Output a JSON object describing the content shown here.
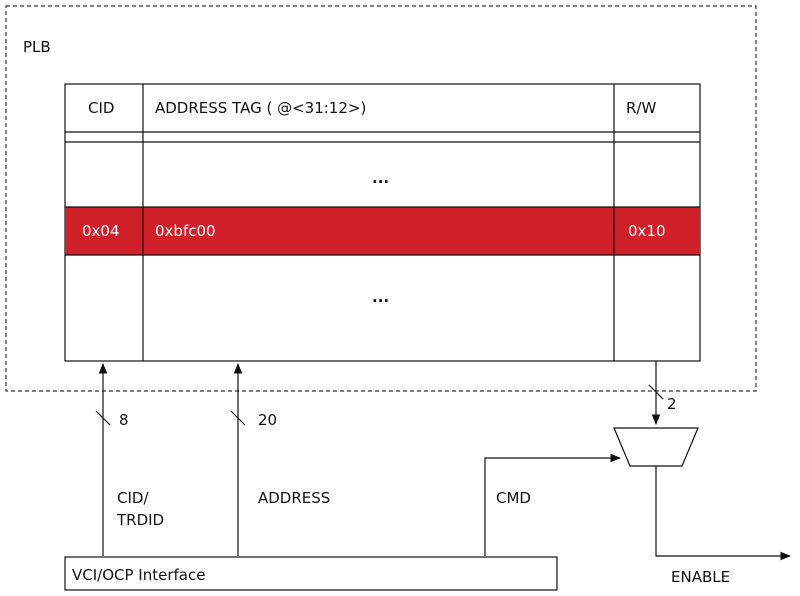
{
  "container": {
    "label": "PLB"
  },
  "table": {
    "headers": {
      "cid": "CID",
      "address": "ADDRESS TAG ( @<31:12>)",
      "rw": "R/W"
    },
    "ellipsis_top": "...",
    "highlight_row": {
      "cid": "0x04",
      "address": "0xbfc00",
      "rw": "0x10"
    },
    "ellipsis_bottom": "...",
    "highlight_color": "#d0202a"
  },
  "buses": {
    "cid_width": "8",
    "address_width": "20",
    "rw_width": "2"
  },
  "signals": {
    "cid_line1": "CID/",
    "cid_line2": "TRDID",
    "address": "ADDRESS",
    "cmd": "CMD",
    "enable": "ENABLE"
  },
  "interface": {
    "label": "VCI/OCP Interface"
  }
}
